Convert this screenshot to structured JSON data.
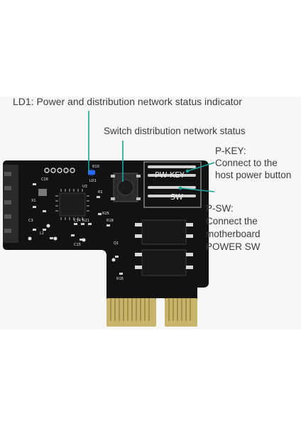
{
  "labels": {
    "ld1": "LD1: Power and distribution network status indicator",
    "switch": "Switch distribution network status",
    "pkey_title": "P-KEY:",
    "pkey_line1": "Connect to the",
    "pkey_line2": "host power button",
    "psw_title": "P-SW:",
    "psw_line1": "Connect the",
    "psw_line2": "motherboard",
    "psw_line3": "POWER SW"
  },
  "silkscreen": {
    "pw_key": "PW KEY",
    "sw": "SW",
    "r10": "R10",
    "ld1": "LD1",
    "u3": "U3",
    "c16": "C16",
    "x1": "X1",
    "r1": "R1",
    "r25": "R25",
    "c14": "C14",
    "r21": "R21",
    "r18": "R18",
    "q1": "Q1",
    "r16": "R16",
    "c15": "C15",
    "l2": "L2",
    "c3": "C3"
  },
  "colors": {
    "teal_pointer": "#1aa59b",
    "pcb": "#121212",
    "gold": "#c8b46a",
    "led": "#2b6bff"
  }
}
